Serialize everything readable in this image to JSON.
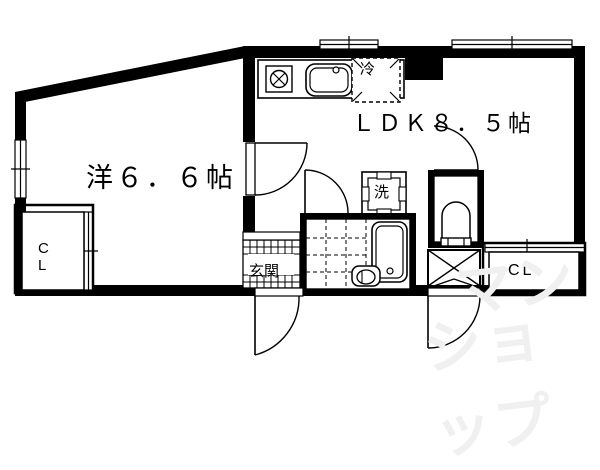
{
  "document": {
    "kind": "floor-plan",
    "title": "1LDK apartment floor plan"
  },
  "rooms": {
    "washitsu": {
      "label": "洋６．６帖",
      "name": "western-room",
      "size_jo": 6.6
    },
    "ldk": {
      "label": "ＬＤＫ８．５帖",
      "name": "living-dining-kitchen",
      "size_jo": 8.5
    },
    "genkan": {
      "label": "玄関",
      "name": "entrance"
    },
    "closet_left": {
      "label": "C\nL",
      "line1": "C",
      "line2": "L"
    },
    "closet_right": {
      "label": "CL"
    }
  },
  "fixtures": {
    "refrigerator": {
      "label": "冷",
      "name": "refrigerator-space"
    },
    "washer": {
      "label": "洗",
      "name": "washing-machine-space"
    },
    "stove": {
      "name": "stove-burner"
    },
    "sink": {
      "name": "kitchen-sink"
    },
    "bathtub": {
      "name": "bathtub"
    },
    "toilet": {
      "name": "toilet"
    },
    "vanity": {
      "name": "wash-basin"
    }
  },
  "watermark": {
    "line1": "マン",
    "line2": "ショップ"
  },
  "colors": {
    "wall": "#000000",
    "background": "#ffffff",
    "watermark": "#f0f0f0"
  }
}
